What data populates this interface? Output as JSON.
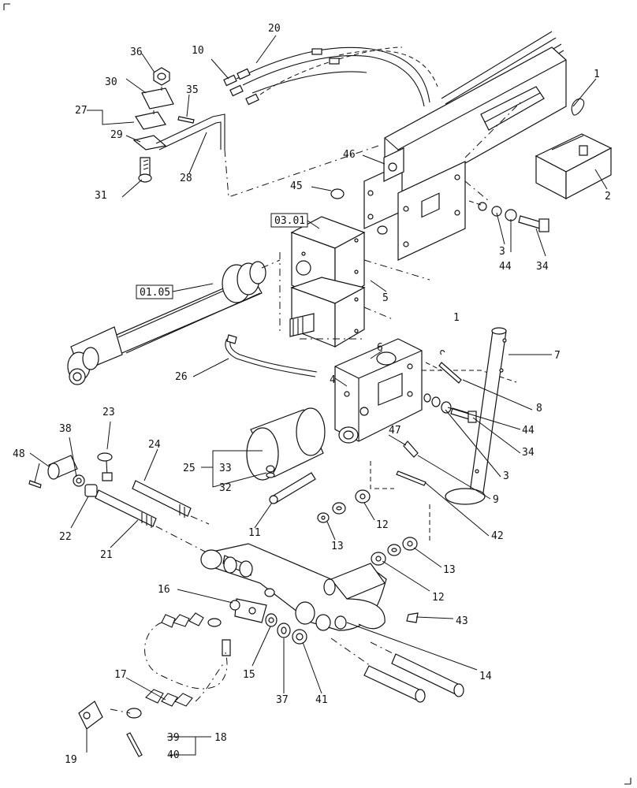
{
  "refs": {
    "ref_0301": "03.01",
    "ref_0105": "01.05"
  },
  "callouts": {
    "c1a": "1",
    "c1b": "1",
    "c2": "2",
    "c3a": "3",
    "c3b": "3",
    "c4": "4",
    "c5": "5",
    "c6": "6",
    "c7": "7",
    "c8": "8",
    "c9": "9",
    "c10": "10",
    "c11": "11",
    "c12a": "12",
    "c12b": "12",
    "c13a": "13",
    "c13b": "13",
    "c14": "14",
    "c15": "15",
    "c16": "16",
    "c17": "17",
    "c18": "18",
    "c19": "19",
    "c20": "20",
    "c21": "21",
    "c22": "22",
    "c23": "23",
    "c24": "24",
    "c25": "25",
    "c26": "26",
    "c27": "27",
    "c28": "28",
    "c29": "29",
    "c30": "30",
    "c31": "31",
    "c32": "32",
    "c33": "33",
    "c34a": "34",
    "c34b": "34",
    "c35": "35",
    "c36": "36",
    "c37": "37",
    "c38": "38",
    "c39": "39",
    "c40": "40",
    "c41": "41",
    "c42": "42",
    "c43": "43",
    "c44a": "44",
    "c44b": "44",
    "c45": "45",
    "c46": "46",
    "c47": "47",
    "c48": "48"
  }
}
